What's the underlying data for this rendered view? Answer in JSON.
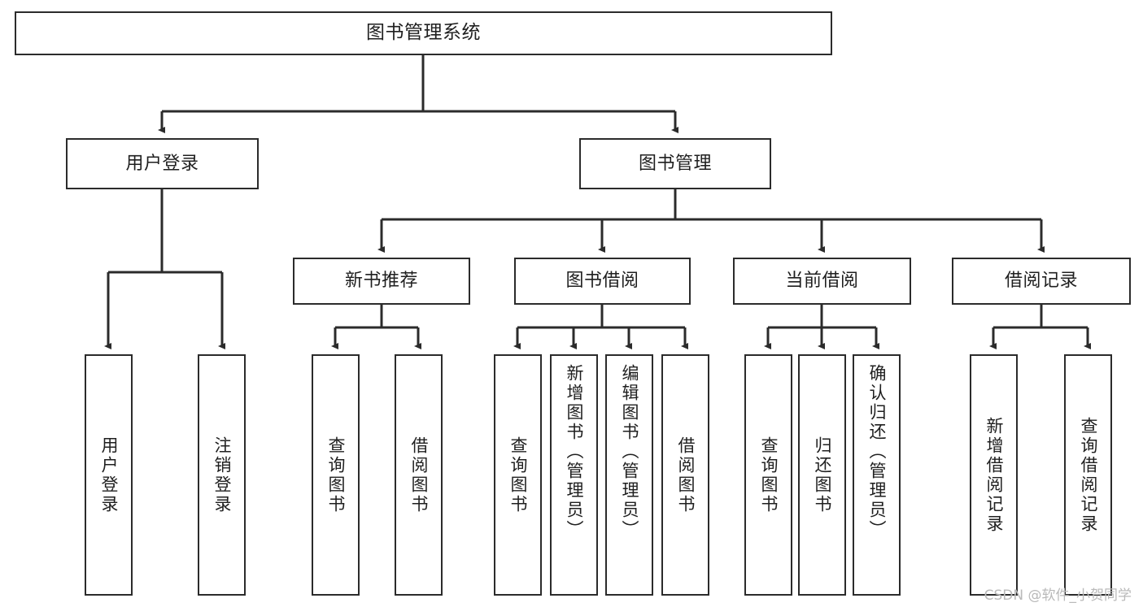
{
  "diagram": {
    "title": "图书管理系统",
    "type": "tree",
    "orientation": "top-down",
    "line_color": "#2b2b2b",
    "box_fill": "#ffffff",
    "text_color": "#1f1f1f"
  },
  "nodes": {
    "root": {
      "label": "图书管理系统",
      "level": 0
    },
    "level1": [
      {
        "id": "user-login",
        "label": "用户登录"
      },
      {
        "id": "book-manage",
        "label": "图书管理"
      }
    ],
    "level2": [
      {
        "id": "new-book-recommend",
        "label": "新书推荐",
        "parent": "book-manage"
      },
      {
        "id": "book-borrow",
        "label": "图书借阅",
        "parent": "book-manage"
      },
      {
        "id": "current-borrow",
        "label": "当前借阅",
        "parent": "book-manage"
      },
      {
        "id": "borrow-record",
        "label": "借阅记录",
        "parent": "book-manage"
      }
    ],
    "leaves": [
      {
        "id": "leaf-user-login",
        "label": "用户登录",
        "parent": "user-login"
      },
      {
        "id": "leaf-logout",
        "label": "注销登录",
        "parent": "user-login"
      },
      {
        "id": "leaf-query-book-1",
        "label": "查询图书",
        "parent": "new-book-recommend"
      },
      {
        "id": "leaf-borrow-book-1",
        "label": "借阅图书",
        "parent": "new-book-recommend"
      },
      {
        "id": "leaf-query-book-2",
        "label": "查询图书",
        "parent": "book-borrow"
      },
      {
        "id": "leaf-add-book",
        "label": "新增图书（管理员）",
        "parent": "book-borrow"
      },
      {
        "id": "leaf-edit-book",
        "label": "编辑图书（管理员）",
        "parent": "book-borrow"
      },
      {
        "id": "leaf-borrow-book-2",
        "label": "借阅图书",
        "parent": "book-borrow"
      },
      {
        "id": "leaf-query-book-3",
        "label": "查询图书",
        "parent": "current-borrow"
      },
      {
        "id": "leaf-return-book",
        "label": "归还图书",
        "parent": "current-borrow"
      },
      {
        "id": "leaf-confirm-return",
        "label": "确认归还（管理员）",
        "parent": "current-borrow"
      },
      {
        "id": "leaf-add-record",
        "label": "新增借阅记录",
        "parent": "borrow-record"
      },
      {
        "id": "leaf-query-record",
        "label": "查询借阅记录",
        "parent": "borrow-record"
      }
    ]
  },
  "watermark": {
    "text": "CSDN @软件_小贺同学"
  }
}
